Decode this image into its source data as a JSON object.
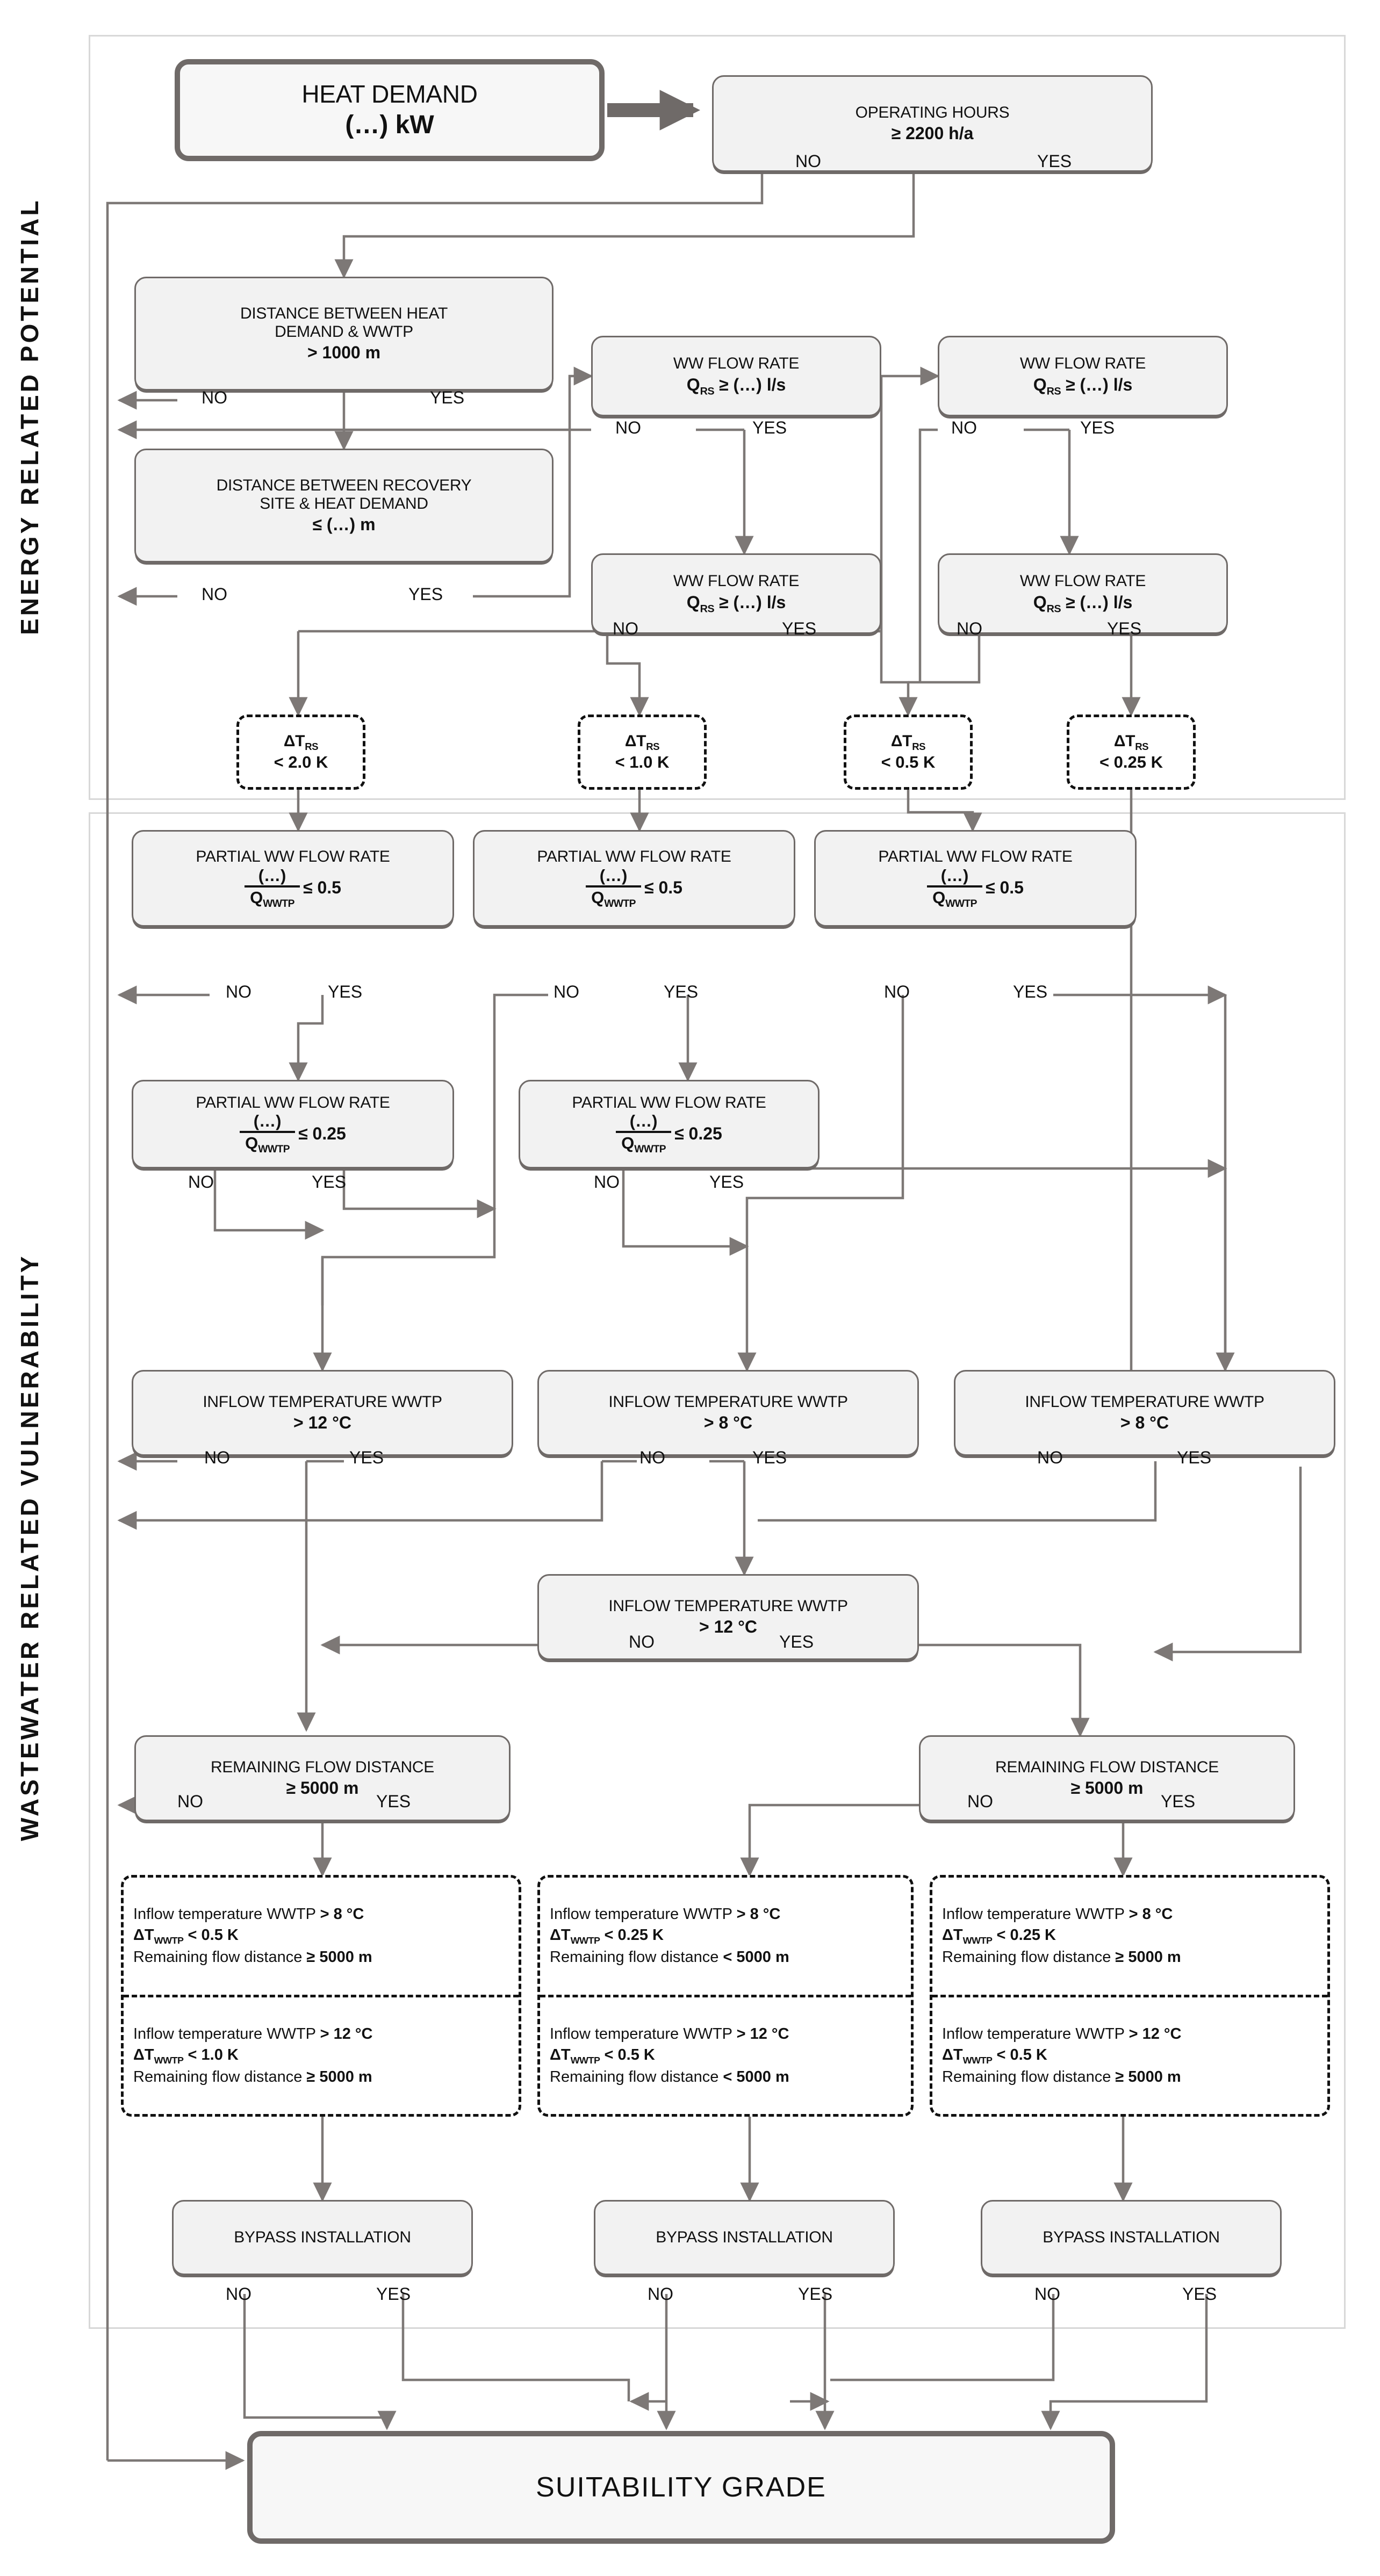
{
  "sections": {
    "energy": "ENERGY  RELATED  POTENTIAL",
    "wastewater": "WASTEWATER  RELATED  VULNERABILITY"
  },
  "edge_labels": {
    "yes": "YES",
    "no": "NO"
  },
  "nodes": {
    "heat_demand": {
      "line1": "HEAT DEMAND",
      "line2": "(…) kW"
    },
    "operating_hours": {
      "line1": "OPERATING HOURS",
      "line2": "≥ 2200 h/a"
    },
    "dist_hd_wwtp": {
      "line1": "DISTANCE BETWEEN HEAT",
      "line1b": "DEMAND & WWTP",
      "line2": "> 1000 m"
    },
    "dist_rs_hd": {
      "line1": "DISTANCE BETWEEN RECOVERY",
      "line1b": "SITE & HEAT DEMAND",
      "line2": "≤ (…) m"
    },
    "ww_flow_a": {
      "line1": "WW FLOW RATE",
      "line2": "Q",
      "sub": "RS",
      "line2b": " ≥ (…) l/s"
    },
    "ww_flow_b": {
      "line1": "WW FLOW RATE",
      "line2": "Q",
      "sub": "RS",
      "line2b": " ≥ (…) l/s"
    },
    "ww_flow_c": {
      "line1": "WW FLOW RATE",
      "line2": "Q",
      "sub": "RS",
      "line2b": " ≥ (…) l/s"
    },
    "ww_flow_d": {
      "line1": "WW FLOW RATE",
      "line2": "Q",
      "sub": "RS",
      "line2b": " ≥ (…) l/s"
    },
    "dt_rs_1": {
      "line1": "ΔT",
      "sub": "RS",
      "line2": "< 2.0 K"
    },
    "dt_rs_2": {
      "line1": "ΔT",
      "sub": "RS",
      "line2": "< 1.0 K"
    },
    "dt_rs_3": {
      "line1": "ΔT",
      "sub": "RS",
      "line2": "< 0.5 K"
    },
    "dt_rs_4": {
      "line1": "ΔT",
      "sub": "RS",
      "line2": "< 0.25 K"
    },
    "partial_05_1": {
      "title": "PARTIAL  WW FLOW RATE",
      "num": "(…)",
      "den": "Q",
      "den_sub": "WWTP",
      "rhs": "≤ 0.5"
    },
    "partial_05_2": {
      "title": "PARTIAL  WW FLOW RATE",
      "num": "(…)",
      "den": "Q",
      "den_sub": "WWTP",
      "rhs": "≤ 0.5"
    },
    "partial_05_3": {
      "title": "PARTIAL  WW FLOW RATE",
      "num": "(…)",
      "den": "Q",
      "den_sub": "WWTP",
      "rhs": "≤ 0.5"
    },
    "partial_025_1": {
      "title": "PARTIAL  WW FLOW RATE",
      "num": "(…)",
      "den": "Q",
      "den_sub": "WWTP",
      "rhs": "≤ 0.25"
    },
    "partial_025_2": {
      "title": "PARTIAL  WW FLOW RATE",
      "num": "(…)",
      "den": "Q",
      "den_sub": "WWTP",
      "rhs": "≤ 0.25"
    },
    "inflow_12_a": {
      "line1": "INFLOW TEMPERATURE WWTP",
      "line2": "> 12 °C"
    },
    "inflow_8_b": {
      "line1": "INFLOW TEMPERATURE WWTP",
      "line2": "> 8 °C"
    },
    "inflow_8_c": {
      "line1": "INFLOW TEMPERATURE WWTP",
      "line2": "> 8 °C"
    },
    "inflow_12_mid": {
      "line1": "INFLOW TEMPERATURE WWTP",
      "line2": "> 12 °C"
    },
    "remaining_left": {
      "line1": "REMAINING  FLOW DISTANCE",
      "line2": "≥ 5000 m"
    },
    "remaining_right": {
      "line1": "REMAINING  FLOW DISTANCE",
      "line2": "≥ 5000 m"
    },
    "bypass_1": {
      "line1": "BYPASS INSTALLATION"
    },
    "bypass_2": {
      "line1": "BYPASS INSTALLATION"
    },
    "bypass_3": {
      "line1": "BYPASS INSTALLATION"
    },
    "suitability": {
      "line1": "SUITABILITY GRADE"
    }
  },
  "results": [
    {
      "id": "result_left",
      "top": {
        "l1p": "Inflow temperature WWTP",
        "l1b": "> 8 °C",
        "l2p": "ΔT",
        "l2sub": "WWTP",
        "l2b": "< 0.5 K",
        "l3p": "Remaining flow distance",
        "l3b": "≥ 5000 m"
      },
      "bottom": {
        "l1p": "Inflow temperature WWTP",
        "l1b": "> 12 °C",
        "l2p": "ΔT",
        "l2sub": "WWTP",
        "l2b": "< 1.0 K",
        "l3p": "Remaining flow distance",
        "l3b": "≥ 5000 m"
      }
    },
    {
      "id": "result_mid",
      "top": {
        "l1p": "Inflow temperature WWTP",
        "l1b": "> 8 °C",
        "l2p": "ΔT",
        "l2sub": "WWTP",
        "l2b": "< 0.25 K",
        "l3p": "Remaining flow distance",
        "l3b": "< 5000 m"
      },
      "bottom": {
        "l1p": "Inflow temperature WWTP",
        "l1b": "> 12 °C",
        "l2p": "ΔT",
        "l2sub": "WWTP",
        "l2b": "< 0.5 K",
        "l3p": "Remaining flow distance",
        "l3b": "< 5000 m"
      }
    },
    {
      "id": "result_right",
      "top": {
        "l1p": "Inflow temperature WWTP",
        "l1b": "> 8 °C",
        "l2p": "ΔT",
        "l2sub": "WWTP",
        "l2b": "< 0.25 K",
        "l3p": "Remaining flow distance",
        "l3b": "≥ 5000 m"
      },
      "bottom": {
        "l1p": "Inflow temperature WWTP",
        "l1b": "> 12 °C",
        "l2p": "ΔT",
        "l2sub": "WWTP",
        "l2b": "< 0.5 K",
        "l3p": "Remaining flow distance",
        "l3b": "≥ 5000 m"
      }
    }
  ],
  "colors": {
    "box_fill": "#f2f2f2",
    "box_border": "#6f6a68",
    "wire": "#7d7876",
    "panel_border": "#d8d8d8",
    "text": "#111111"
  }
}
